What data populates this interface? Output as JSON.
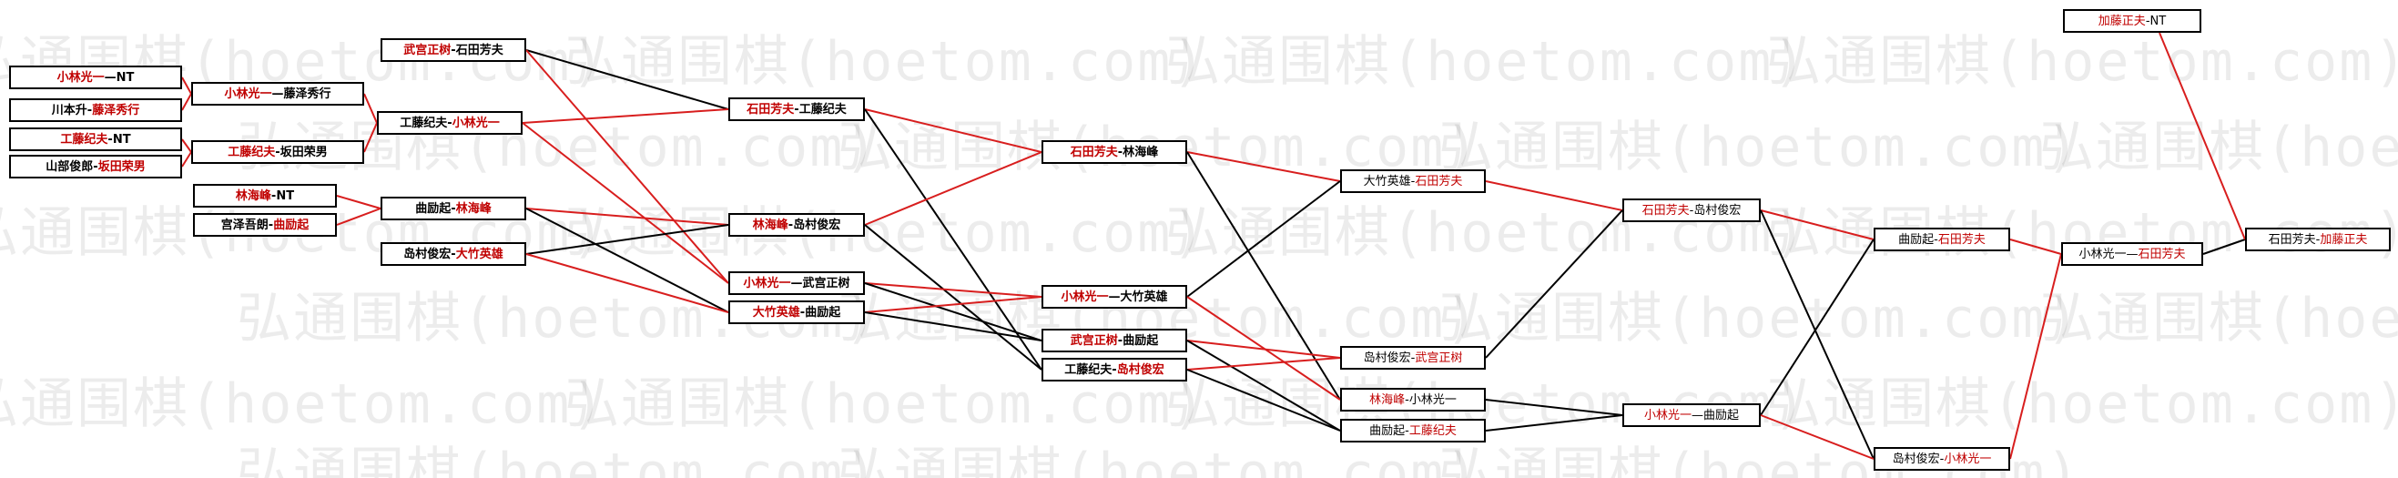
{
  "watermark": {
    "text": "弘通围棋(hoetom.com)"
  },
  "colors": {
    "winner": "#c00000",
    "loser": "#000000",
    "win_line": "#d81e1e",
    "lose_line": "#000000"
  },
  "nodes": [
    {
      "id": "n01",
      "p1": "小林光一",
      "sep": "—",
      "p2": "NT",
      "winner": 1
    },
    {
      "id": "n02",
      "p1": "川本升",
      "sep": "-",
      "p2": "藤泽秀行",
      "winner": 2
    },
    {
      "id": "n03",
      "p1": "工藤纪夫",
      "sep": "-",
      "p2": "NT",
      "winner": 1
    },
    {
      "id": "n04",
      "p1": "山部俊郎",
      "sep": "-",
      "p2": "坂田荣男",
      "winner": 2
    },
    {
      "id": "n05",
      "p1": "林海峰",
      "sep": "-",
      "p2": "NT",
      "winner": 1
    },
    {
      "id": "n06",
      "p1": "宫泽吾朗",
      "sep": "-",
      "p2": "曲励起",
      "winner": 2
    },
    {
      "id": "n07",
      "p1": "武宫正树",
      "sep": "-",
      "p2": "石田芳夫",
      "winner": 1
    },
    {
      "id": "n08",
      "p1": "小林光一",
      "sep": "—",
      "p2": "藤泽秀行",
      "winner": 1
    },
    {
      "id": "n09",
      "p1": "工藤纪夫",
      "sep": "-",
      "p2": "坂田荣男",
      "winner": 1
    },
    {
      "id": "n10",
      "p1": "工藤纪夫",
      "sep": "-",
      "p2": "小林光一",
      "winner": 2
    },
    {
      "id": "n11",
      "p1": "曲励起",
      "sep": "-",
      "p2": "林海峰",
      "winner": 2
    },
    {
      "id": "n12",
      "p1": "岛村俊宏",
      "sep": "-",
      "p2": "大竹英雄",
      "winner": 2
    },
    {
      "id": "n13",
      "p1": "石田芳夫",
      "sep": "-",
      "p2": "工藤纪夫",
      "winner": 1
    },
    {
      "id": "n14",
      "p1": "林海峰",
      "sep": "-",
      "p2": "岛村俊宏",
      "winner": 1
    },
    {
      "id": "n15",
      "p1": "小林光一",
      "sep": "—",
      "p2": "武宫正树",
      "winner": 1
    },
    {
      "id": "n16",
      "p1": "大竹英雄",
      "sep": "-",
      "p2": "曲励起",
      "winner": 1
    },
    {
      "id": "n17",
      "p1": "石田芳夫",
      "sep": "-",
      "p2": "林海峰",
      "winner": 1
    },
    {
      "id": "n18",
      "p1": "小林光一",
      "sep": "—",
      "p2": "大竹英雄",
      "winner": 1
    },
    {
      "id": "n19",
      "p1": "武宫正树",
      "sep": "-",
      "p2": "曲励起",
      "winner": 1
    },
    {
      "id": "n20",
      "p1": "工藤纪夫",
      "sep": "-",
      "p2": "岛村俊宏",
      "winner": 2
    },
    {
      "id": "n21",
      "p1": "大竹英雄",
      "sep": "-",
      "p2": "石田芳夫",
      "winner": 2
    },
    {
      "id": "n22",
      "p1": "岛村俊宏",
      "sep": "-",
      "p2": "武宫正树",
      "winner": 2
    },
    {
      "id": "n23",
      "p1": "林海峰",
      "sep": "-",
      "p2": "小林光一",
      "winner": 1
    },
    {
      "id": "n24",
      "p1": "曲励起",
      "sep": "-",
      "p2": "工藤纪夫",
      "winner": 2
    },
    {
      "id": "n25",
      "p1": "石田芳夫",
      "sep": "-",
      "p2": "岛村俊宏",
      "winner": 1
    },
    {
      "id": "n26",
      "p1": "小林光一",
      "sep": "—",
      "p2": "曲励起",
      "winner": 1
    },
    {
      "id": "n27",
      "p1": "曲励起",
      "sep": "-",
      "p2": "石田芳夫",
      "winner": 2
    },
    {
      "id": "n28",
      "p1": "岛村俊宏",
      "sep": "-",
      "p2": "小林光一",
      "winner": 2
    },
    {
      "id": "n29",
      "p1": "小林光一",
      "sep": "—",
      "p2": "石田芳夫",
      "winner": 2
    },
    {
      "id": "n30",
      "p1": "加藤正夫",
      "sep": "-",
      "p2": "NT",
      "winner": 1
    },
    {
      "id": "n31",
      "p1": "石田芳夫",
      "sep": "-",
      "p2": "加藤正夫",
      "winner": 2
    }
  ],
  "edges": [
    {
      "from": "n01",
      "to": "n08",
      "result": "win"
    },
    {
      "from": "n02",
      "to": "n08",
      "result": "win"
    },
    {
      "from": "n03",
      "to": "n09",
      "result": "win"
    },
    {
      "from": "n04",
      "to": "n09",
      "result": "win"
    },
    {
      "from": "n05",
      "to": "n11",
      "result": "win"
    },
    {
      "from": "n06",
      "to": "n11",
      "result": "win"
    },
    {
      "from": "n08",
      "to": "n10",
      "result": "win"
    },
    {
      "from": "n09",
      "to": "n10",
      "result": "win"
    },
    {
      "from": "n07",
      "to": "n13",
      "result": "lose"
    },
    {
      "from": "n07",
      "to": "n15",
      "result": "win"
    },
    {
      "from": "n10",
      "to": "n13",
      "result": "win"
    },
    {
      "from": "n10",
      "to": "n15",
      "result": "win"
    },
    {
      "from": "n11",
      "to": "n14",
      "result": "win"
    },
    {
      "from": "n11",
      "to": "n16",
      "result": "lose"
    },
    {
      "from": "n12",
      "to": "n14",
      "result": "lose"
    },
    {
      "from": "n12",
      "to": "n16",
      "result": "win"
    },
    {
      "from": "n13",
      "to": "n17",
      "result": "win"
    },
    {
      "from": "n13",
      "to": "n20",
      "result": "lose"
    },
    {
      "from": "n14",
      "to": "n17",
      "result": "win"
    },
    {
      "from": "n14",
      "to": "n20",
      "result": "lose"
    },
    {
      "from": "n15",
      "to": "n18",
      "result": "win"
    },
    {
      "from": "n15",
      "to": "n19",
      "result": "lose"
    },
    {
      "from": "n16",
      "to": "n18",
      "result": "win"
    },
    {
      "from": "n16",
      "to": "n19",
      "result": "lose"
    },
    {
      "from": "n17",
      "to": "n21",
      "result": "win"
    },
    {
      "from": "n17",
      "to": "n23",
      "result": "lose"
    },
    {
      "from": "n18",
      "to": "n21",
      "result": "lose"
    },
    {
      "from": "n18",
      "to": "n23",
      "result": "win"
    },
    {
      "from": "n19",
      "to": "n22",
      "result": "win"
    },
    {
      "from": "n19",
      "to": "n24",
      "result": "lose"
    },
    {
      "from": "n20",
      "to": "n22",
      "result": "win"
    },
    {
      "from": "n20",
      "to": "n24",
      "result": "lose"
    },
    {
      "from": "n21",
      "to": "n25",
      "result": "win"
    },
    {
      "from": "n22",
      "to": "n25",
      "result": "lose"
    },
    {
      "from": "n23",
      "to": "n26",
      "result": "lose"
    },
    {
      "from": "n24",
      "to": "n26",
      "result": "lose"
    },
    {
      "from": "n25",
      "to": "n27",
      "result": "win"
    },
    {
      "from": "n25",
      "to": "n28",
      "result": "lose"
    },
    {
      "from": "n26",
      "to": "n27",
      "result": "lose"
    },
    {
      "from": "n26",
      "to": "n28",
      "result": "win"
    },
    {
      "from": "n27",
      "to": "n29",
      "result": "win"
    },
    {
      "from": "n28",
      "to": "n29",
      "result": "win"
    },
    {
      "from": "n29",
      "to": "n31",
      "result": "lose"
    },
    {
      "from": "n30",
      "to": "n31",
      "result": "win"
    }
  ]
}
